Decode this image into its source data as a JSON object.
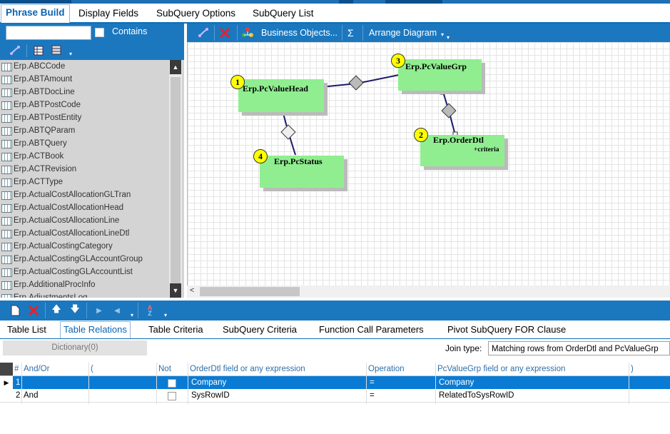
{
  "main_tabs": [
    {
      "label": "Phrase Build",
      "active": true
    },
    {
      "label": "Display Fields",
      "active": false
    },
    {
      "label": "SubQuery Options",
      "active": false
    },
    {
      "label": "SubQuery List",
      "active": false
    }
  ],
  "left_panel": {
    "search_value": "",
    "contains_label": "Contains",
    "items": [
      "Erp.ABCCode",
      "Erp.ABTAmount",
      "Erp.ABTDocLine",
      "Erp.ABTPostCode",
      "Erp.ABTPostEntity",
      "Erp.ABTQParam",
      "Erp.ABTQuery",
      "Erp.ACTBook",
      "Erp.ACTRevision",
      "Erp.ACTType",
      "Erp.ActualCostAllocationGLTran",
      "Erp.ActualCostAllocationHead",
      "Erp.ActualCostAllocationLine",
      "Erp.ActualCostAllocationLineDtl",
      "Erp.ActualCostingCategory",
      "Erp.ActualCostingGLAccountGroup",
      "Erp.ActualCostingGLAccountList",
      "Erp.AdditionalProcInfo",
      "Erp.AdjustmentsLog"
    ]
  },
  "diagram_toolbar": {
    "business_objects": "Business Objects...",
    "sum_symbol": "Σ",
    "arrange": "Arrange Diagram"
  },
  "diagram": {
    "tables": [
      {
        "num": "1",
        "name": "Erp.PcValueHead",
        "extra": ""
      },
      {
        "num": "3",
        "name": "Erp.PcValueGrp",
        "extra": ""
      },
      {
        "num": "2",
        "name": "Erp.OrderDtl",
        "extra": "+criteria"
      },
      {
        "num": "4",
        "name": "Erp.PcStatus",
        "extra": ""
      }
    ]
  },
  "sub_tabs": [
    {
      "label": "Table List",
      "active": false
    },
    {
      "label": "Table Relations",
      "active": true
    },
    {
      "label": "Table Criteria",
      "active": false
    },
    {
      "label": "SubQuery Criteria",
      "active": false
    },
    {
      "label": "Function Call Parameters",
      "active": false
    },
    {
      "label": "Pivot SubQuery FOR Clause",
      "active": false
    }
  ],
  "dictionary_button": "Dictionary(0)",
  "join_type": {
    "label": "Join type:",
    "value": "Matching rows from OrderDtl and PcValueGrp"
  },
  "grid": {
    "headers": [
      "#",
      "And/Or",
      "(",
      "Not",
      "OrderDtl field or any expression",
      "Operation",
      "PcValueGrp field or any expression",
      ")"
    ],
    "rows": [
      {
        "num": "1",
        "andor": "",
        "paren": "",
        "not": false,
        "left": "Company",
        "op": "=",
        "right": "Company",
        "close": "",
        "selected": true
      },
      {
        "num": "2",
        "andor": "And",
        "paren": "",
        "not": false,
        "left": "SysRowID",
        "op": "=",
        "right": "RelatedToSysRowID",
        "close": "",
        "selected": false
      }
    ]
  },
  "colors": {
    "toolbar_blue": "#1b78bf",
    "table_green": "#90ee90",
    "badge_yellow": "#ffff00",
    "selected_row": "#0a7bd4"
  }
}
